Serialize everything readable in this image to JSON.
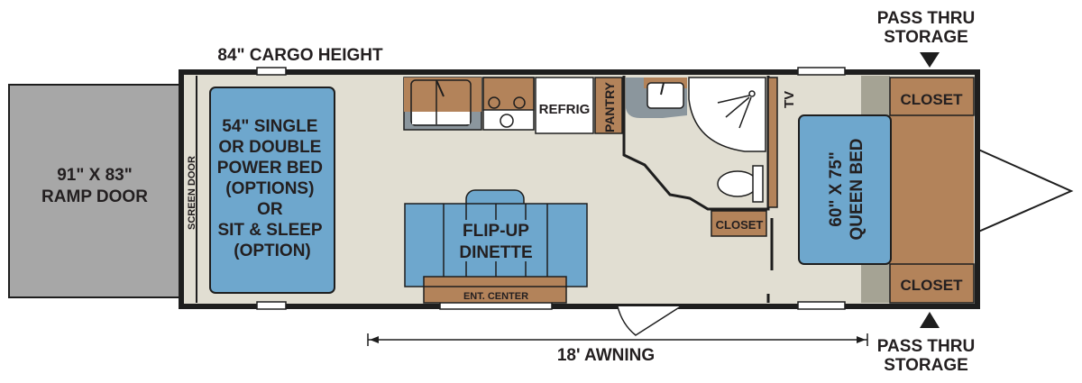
{
  "labels": {
    "cargo_height": "84\" CARGO HEIGHT",
    "pass_thru_top": [
      "PASS THRU",
      "STORAGE"
    ],
    "pass_thru_bottom": [
      "PASS THRU",
      "STORAGE"
    ],
    "ramp_door": [
      "91\" X 83\"",
      "RAMP DOOR"
    ],
    "screen_door": "SCREEN DOOR",
    "power_bed": [
      "54\" SINGLE",
      "OR DOUBLE",
      "POWER BED",
      "(OPTIONS)",
      "OR",
      "SIT & SLEEP",
      "(OPTION)"
    ],
    "refrig": "REFRIG",
    "pantry": "PANTRY",
    "tv": "TV",
    "closet_bath": "CLOSET",
    "closet_top": "CLOSET",
    "closet_bottom": "CLOSET",
    "queen_bed": [
      "60\" X 75\"",
      "QUEEN BED"
    ],
    "dinette": [
      "FLIP-UP",
      "DINETTE"
    ],
    "ent_center": "ENT. CENTER",
    "awning": "18' AWNING"
  },
  "colors": {
    "floor": "#e1ded2",
    "blue": "#6ea7cd",
    "brown": "#b3835a",
    "gray": "#a7a7a7",
    "slate": "#8b969d",
    "wall": "#1e1e1e"
  }
}
